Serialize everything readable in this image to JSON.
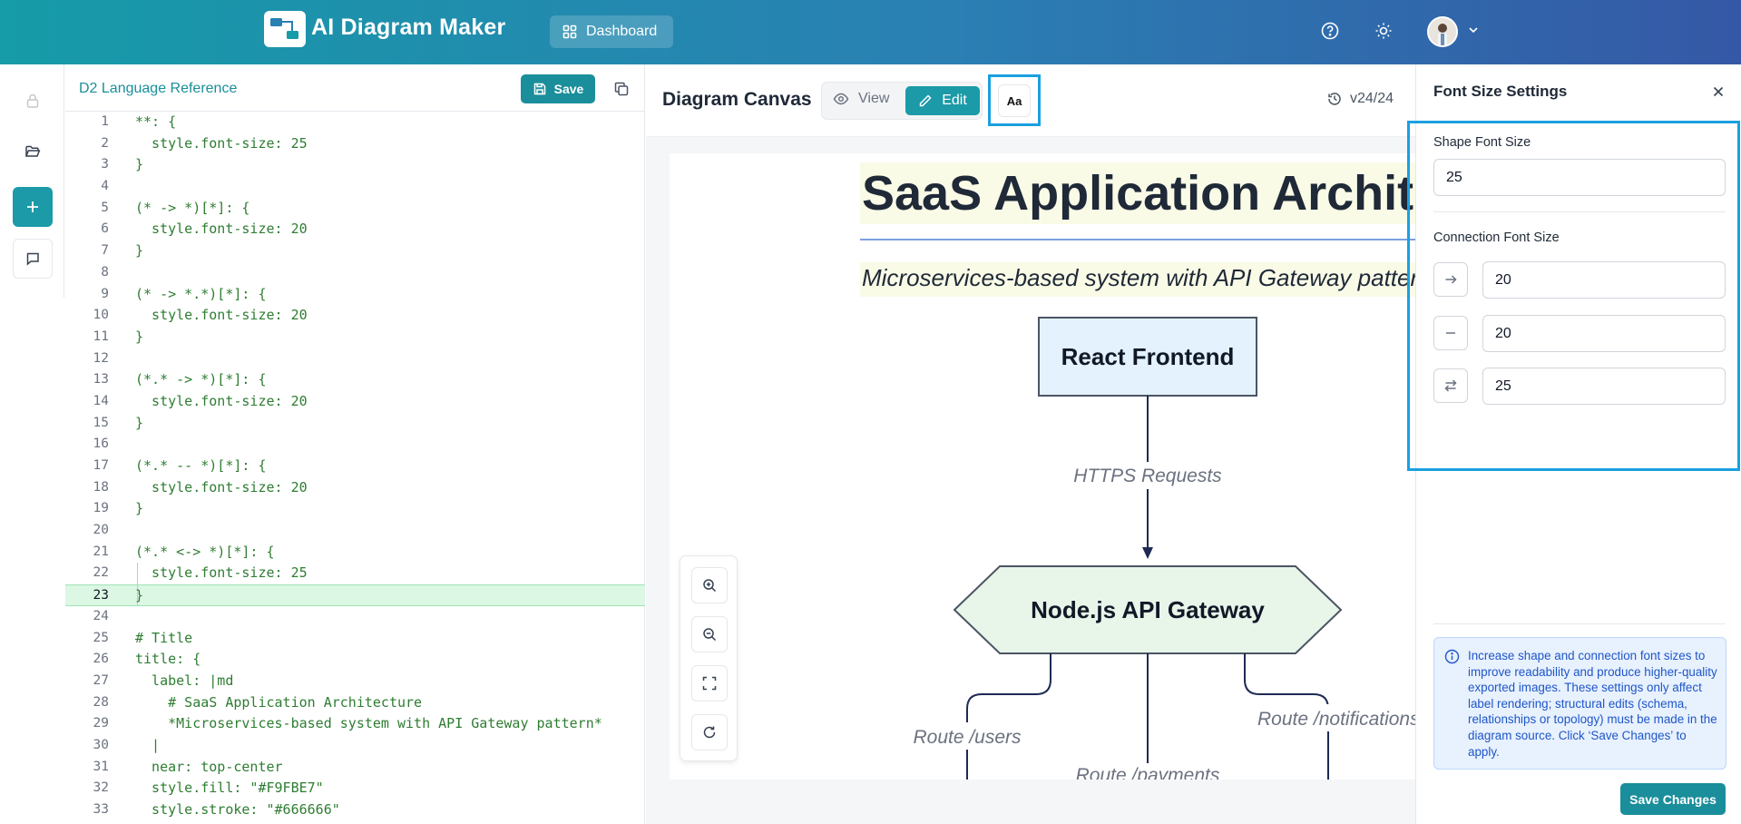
{
  "header": {
    "app_title": "AI Diagram Maker",
    "dashboard_label": "Dashboard"
  },
  "editor": {
    "reference_link": "D2 Language Reference",
    "save_label": "Save",
    "active_line": 23,
    "lines": [
      "**: {",
      "  style.font-size: 25",
      "}",
      "",
      "(* -> *)[*]: {",
      "  style.font-size: 20",
      "}",
      "",
      "(* -> *.*)[*]: {",
      "  style.font-size: 20",
      "}",
      "",
      "(*.* -> *)[*]: {",
      "  style.font-size: 20",
      "}",
      "",
      "(*.* -- *)[*]: {",
      "  style.font-size: 20",
      "}",
      "",
      "(*.* <-> *)[*]: {",
      "  style.font-size: 25",
      "}",
      "",
      "# Title",
      "title: {",
      "  label: |md",
      "    # SaaS Application Architecture",
      "    *Microservices-based system with API Gateway pattern*",
      "  |",
      "  near: top-center",
      "  style.fill: \"#F9FBE7\"",
      "  style.stroke: \"#666666\""
    ]
  },
  "canvas": {
    "title": "Diagram Canvas",
    "view_label": "View",
    "edit_label": "Edit",
    "font_button_label": "Aa",
    "version": "v24/24",
    "diagram": {
      "title": "SaaS Application Architecture",
      "subtitle": "Microservices-based system with API Gateway pattern",
      "node_frontend": "React Frontend",
      "node_gateway": "Node.js API Gateway",
      "edge_https": "HTTPS Requests",
      "edge_users": "Route /users",
      "edge_payments": "Route /payments",
      "edge_notifications": "Route /notifications",
      "title_fill": "#F9FBE7",
      "frontend_fill": "#E3F2FD",
      "gateway_fill": "#E8F5E9"
    }
  },
  "settings": {
    "title": "Font Size Settings",
    "shape_label": "Shape Font Size",
    "shape_value": "25",
    "connection_label": "Connection Font Size",
    "conn_arrow_value": "20",
    "conn_line_value": "20",
    "conn_bidir_value": "25",
    "info": "Increase shape and connection font sizes to improve readability and produce higher-quality exported images. These settings only affect label rendering; structural edits (schema, relationships or topology) must be made in the diagram source. Click ‘Save Changes’ to apply.",
    "save_changes_label": "Save Changes"
  },
  "colors": {
    "accent": "#1B8E9B",
    "highlight_frame": "#1AA0E0",
    "code_text": "#2E7D32"
  }
}
